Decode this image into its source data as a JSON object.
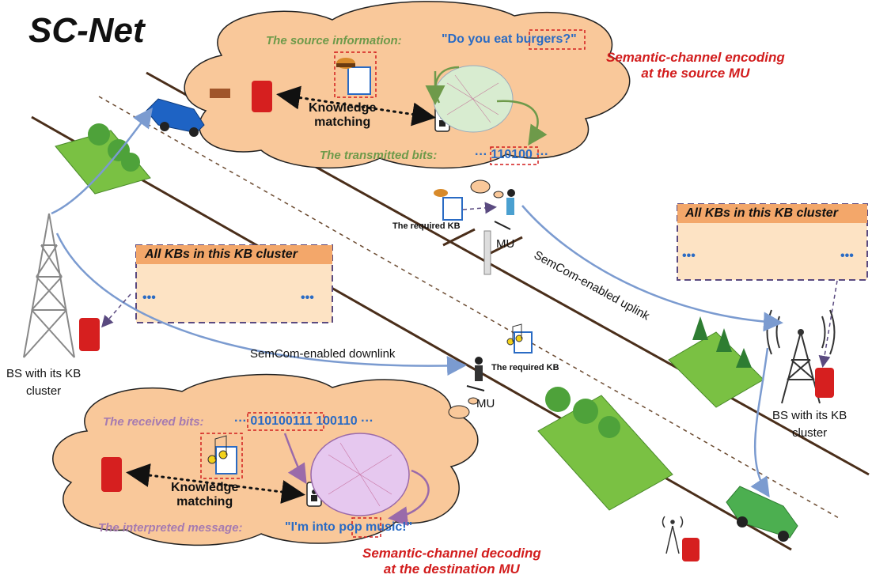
{
  "title": "SC-Net",
  "top_cloud": {
    "source_label": "The source information:",
    "source_quote": "\"Do you eat burgers?\"",
    "bits_label": "The transmitted bits:",
    "bits_value": "··· 110100 ···",
    "matching": "Knowledge\nmatching",
    "encoding_caption": "Semantic-channel encoding\nat the source MU"
  },
  "bottom_cloud": {
    "received_label": "The received bits:",
    "received_value": "··· 010100111 100110 ···",
    "interpreted_label": "The interpreted message:",
    "interpreted_quote": "\"I'm into pop music!\"",
    "matching": "Knowledge\nmatching",
    "decoding_caption": "Semantic-channel decoding\nat the destination MU"
  },
  "kb_cluster_left": {
    "title": "All KBs in this KB cluster",
    "dots": "•••"
  },
  "kb_cluster_right": {
    "title": "All KBs in this KB cluster",
    "dots": "•••"
  },
  "labels": {
    "bs_left": "BS with its KB\ncluster",
    "bs_right": "BS with its KB\ncluster",
    "mu_top": "MU",
    "mu_mid": "MU",
    "required_kb_top": "The required KB",
    "required_kb_mid": "The required KB",
    "uplink": "SemCom-enabled uplink",
    "downlink": "SemCom-enabled downlink"
  },
  "colors": {
    "cloud_fill": "#f9c89a",
    "green_text": "#6e9a4a",
    "purple_text": "#a67bb0",
    "blue_text": "#2a6bc4",
    "red_text": "#d21d1d",
    "arrow_blue": "#7b9bd0",
    "kb_border": "#5a4a80",
    "kb_fill": "#fde3c4"
  },
  "icons": [
    "tower-icon",
    "server-icon",
    "car-icon",
    "truck-icon",
    "tree-icon",
    "phone-icon",
    "neural-net-icon",
    "burger-icon",
    "music-note-icon",
    "gamepad-icon",
    "robot-icon",
    "document-icon",
    "person-icon",
    "antenna-icon"
  ]
}
